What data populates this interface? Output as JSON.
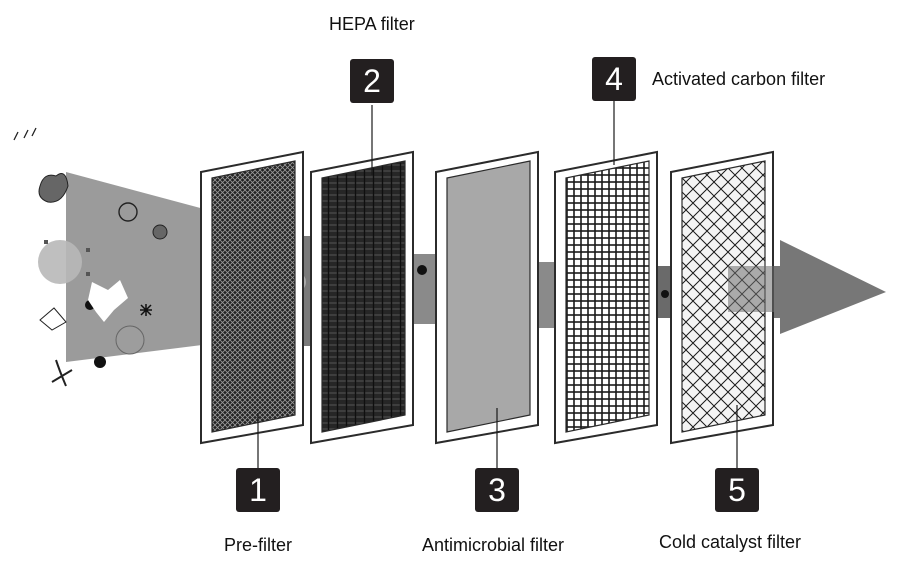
{
  "filters": [
    {
      "number": "1",
      "label": "Pre-filter"
    },
    {
      "number": "2",
      "label": "HEPA filter"
    },
    {
      "number": "3",
      "label": "Antimicrobial filter"
    },
    {
      "number": "4",
      "label": "Activated carbon filter"
    },
    {
      "number": "5",
      "label": "Cold catalyst filter"
    }
  ],
  "colors": {
    "badge": "#231f20",
    "airflow": "#6f6f6f",
    "frame": "#2b2b2b"
  }
}
